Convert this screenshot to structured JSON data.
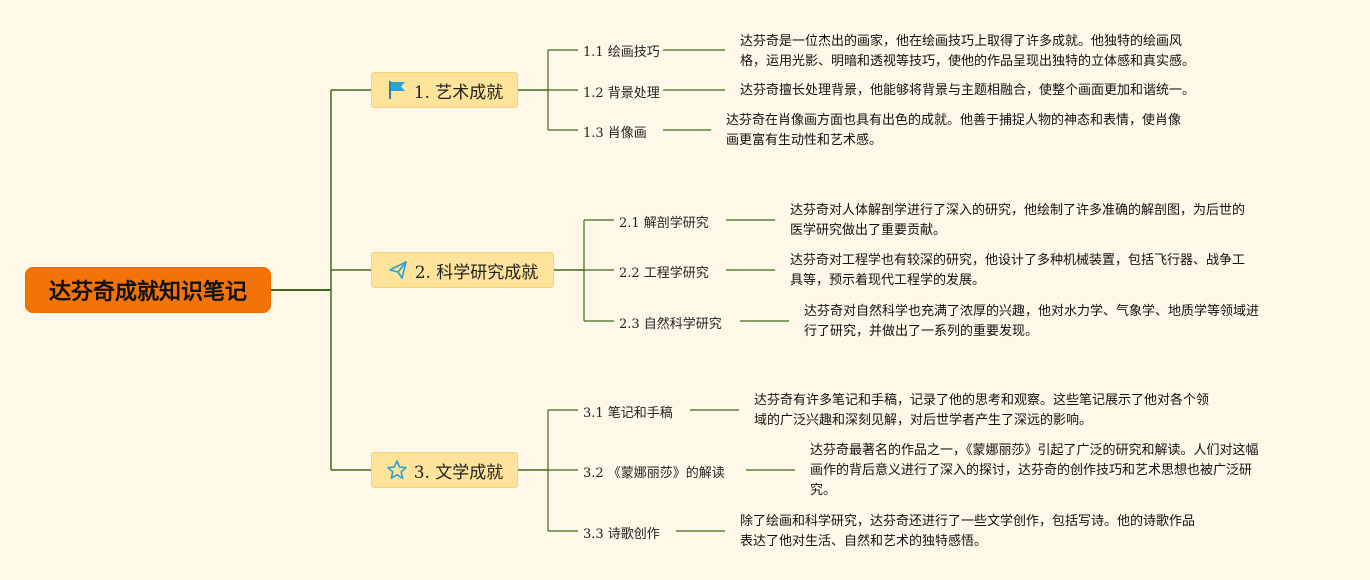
{
  "root": {
    "label": "达芬奇成就知识笔记"
  },
  "branches": [
    {
      "label": "1. 艺术成就",
      "icon": "flag-icon",
      "children": [
        {
          "label": "1.1 绘画技巧",
          "text": [
            "达芬奇是一位杰出的画家，他在绘画技巧上取得了许多成就。他独特的绘画风",
            "格，运用光影、明暗和透视等技巧，使他的作品呈现出独特的立体感和真实感。"
          ]
        },
        {
          "label": "1.2 背景处理",
          "text": [
            "达芬奇擅长处理背景，他能够将背景与主题相融合，使整个画面更加和谐统一。"
          ]
        },
        {
          "label": "1.3 肖像画",
          "text": [
            "达芬奇在肖像画方面也具有出色的成就。他善于捕捉人物的神态和表情，使肖像",
            "画更富有生动性和艺术感。"
          ]
        }
      ]
    },
    {
      "label": "2. 科学研究成就",
      "icon": "paper-plane-icon",
      "children": [
        {
          "label": "2.1 解剖学研究",
          "text": [
            "达芬奇对人体解剖学进行了深入的研究，他绘制了许多准确的解剖图，为后世的",
            "医学研究做出了重要贡献。"
          ]
        },
        {
          "label": "2.2 工程学研究",
          "text": [
            "达芬奇对工程学也有较深的研究，他设计了多种机械装置，包括飞行器、战争工",
            "具等，预示着现代工程学的发展。"
          ]
        },
        {
          "label": "2.3 自然科学研究",
          "text": [
            "达芬奇对自然科学也充满了浓厚的兴趣，他对水力学、气象学、地质学等领域进",
            "行了研究，并做出了一系列的重要发现。"
          ]
        }
      ]
    },
    {
      "label": "3. 文学成就",
      "icon": "star-icon",
      "children": [
        {
          "label": "3.1 笔记和手稿",
          "text": [
            "达芬奇有许多笔记和手稿，记录了他的思考和观察。这些笔记展示了他对各个领",
            "域的广泛兴趣和深刻见解，对后世学者产生了深远的影响。"
          ]
        },
        {
          "label": "3.2 《蒙娜丽莎》的解读",
          "text": [
            "达芬奇最著名的作品之一，《蒙娜丽莎》引起了广泛的研究和解读。人们对这幅",
            "画作的背后意义进行了深入的探讨，达芬奇的创作技巧和艺术思想也被广泛研",
            "究。"
          ]
        },
        {
          "label": "3.3 诗歌创作",
          "text": [
            "除了绘画和科学研究，达芬奇还进行了一些文学创作，包括写诗。他的诗歌作品",
            "表达了他对生活、自然和艺术的独特感悟。"
          ]
        }
      ]
    }
  ],
  "colors": {
    "line": "#3d6b1a",
    "root_bg": "#f27306",
    "branch_bg": "#fde49a",
    "icon": "#2aa2d6",
    "background": "#fdf8e8"
  }
}
